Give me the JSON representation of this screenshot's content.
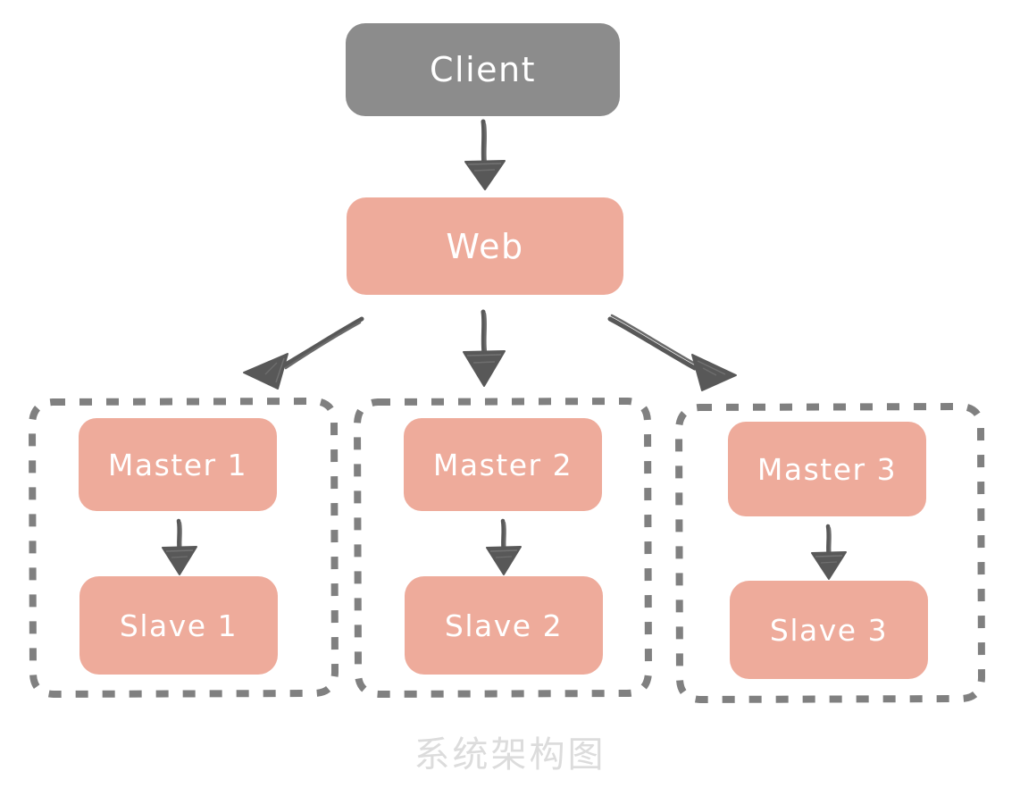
{
  "diagram": {
    "caption": "系统架构图",
    "colors": {
      "client_fill": "#8c8c8c",
      "node_fill": "#eeab9b",
      "group_stroke": "#808080",
      "arrow_stroke": "#606060",
      "node_text": "#ffffff",
      "caption_text": "#dcdcdc",
      "background": "#ffffff"
    },
    "nodes": {
      "client": {
        "label": "Client",
        "type": "client-node"
      },
      "web": {
        "label": "Web",
        "type": "web-node"
      }
    },
    "groups": [
      {
        "id": "group-1",
        "master": {
          "label": "Master 1"
        },
        "slave": {
          "label": "Slave 1"
        }
      },
      {
        "id": "group-2",
        "master": {
          "label": "Master 2"
        },
        "slave": {
          "label": "Slave 2"
        }
      },
      {
        "id": "group-3",
        "master": {
          "label": "Master 3"
        },
        "slave": {
          "label": "Slave 3"
        }
      }
    ],
    "edges": [
      {
        "id": "client-to-web",
        "from": "Client",
        "to": "Web",
        "style": "arrow"
      },
      {
        "id": "web-to-master-1",
        "from": "Web",
        "to": "Master 1",
        "style": "arrow"
      },
      {
        "id": "web-to-master-2",
        "from": "Web",
        "to": "Master 2",
        "style": "arrow"
      },
      {
        "id": "web-to-master-3",
        "from": "Web",
        "to": "Master 3",
        "style": "arrow"
      },
      {
        "id": "master-1-to-slave-1",
        "from": "Master 1",
        "to": "Slave 1",
        "style": "arrow"
      },
      {
        "id": "master-2-to-slave-2",
        "from": "Master 2",
        "to": "Slave 2",
        "style": "arrow"
      },
      {
        "id": "master-3-to-slave-3",
        "from": "Master 3",
        "to": "Slave 3",
        "style": "arrow"
      }
    ]
  }
}
